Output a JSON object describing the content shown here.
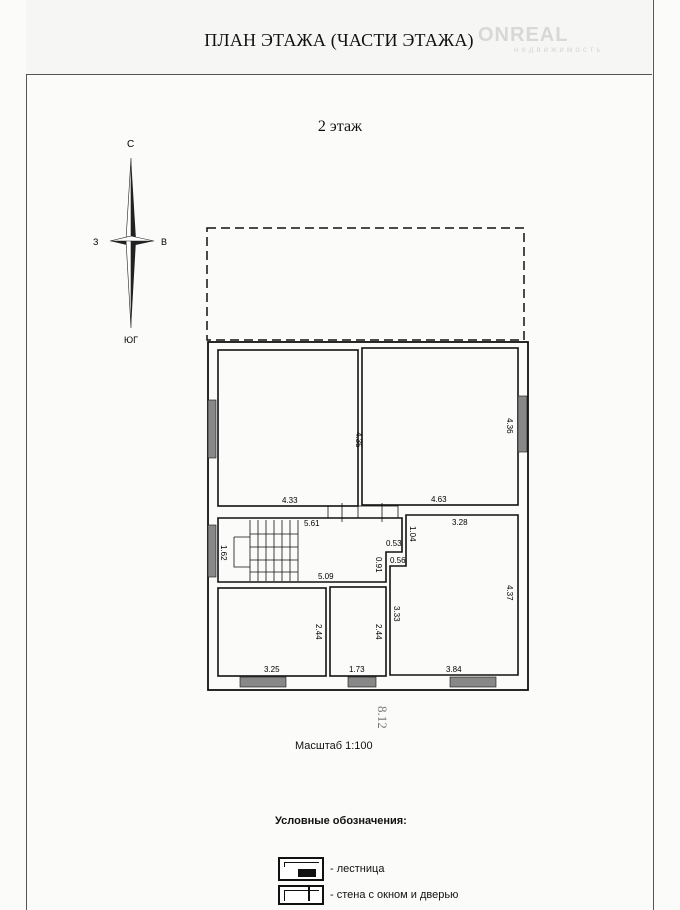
{
  "header": {
    "title": "ПЛАН ЭТАЖА (ЧАСТИ ЭТАЖА)",
    "watermark": "ONREAL",
    "watermark_sub": "недвижимость"
  },
  "floor_label": "2 этаж",
  "compass": {
    "north": "С",
    "south": "ЮГ",
    "west": "З",
    "east": "В"
  },
  "dimensions": {
    "room1_width": "4.33",
    "room1_height": "4.35",
    "room2_width": "4.63",
    "room2_height": "4.36",
    "hall_width": "5.61",
    "hall_bottom": "5.09",
    "hall_side": "1.62",
    "hall_step_a": "0.53",
    "hall_step_b": "0.56",
    "hall_step_c": "0.91",
    "hall_step_d": "1.04",
    "room3_width": "3.28",
    "room3_height": "4.37",
    "room3_side": "3.33",
    "room3_bottom": "3.84",
    "room4_width": "3.25",
    "room4_height": "2.44",
    "room5_width": "1.73",
    "room5_height": "2.44"
  },
  "handwriting": "8.12",
  "scale": "Масштаб 1:100",
  "legend": {
    "title": "Условные обозначения:",
    "items": [
      {
        "icon": "stairs-icon",
        "label": "- лестница"
      },
      {
        "icon": "wall-window-door-icon",
        "label": "- стена с окном и дверью"
      }
    ]
  }
}
